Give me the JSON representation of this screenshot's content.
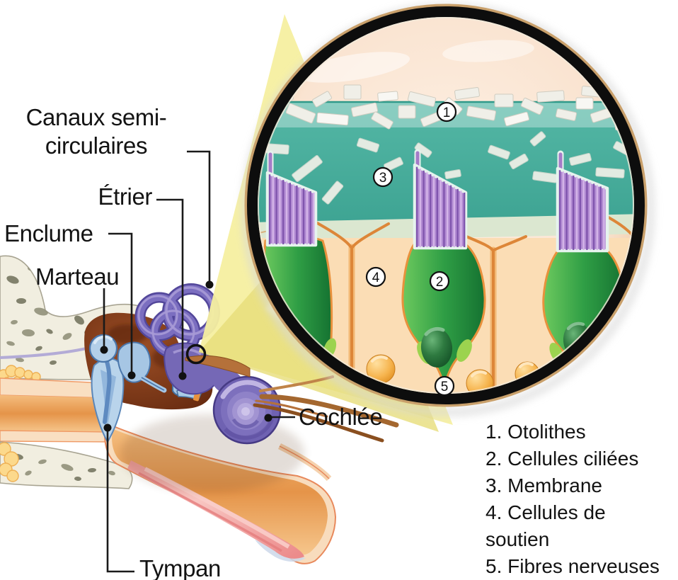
{
  "labels": {
    "canaux_semi_circulaires": "Canaux semi-circulaires",
    "etrier": "Étrier",
    "enclume": "Enclume",
    "marteau": "Marteau",
    "cochlee": "Cochlée",
    "tympan": "Tympan"
  },
  "inset": {
    "markers": [
      "1",
      "2",
      "3",
      "4",
      "5"
    ]
  },
  "legend": {
    "items": [
      "1. Otolithes",
      "2. Cellules ciliées",
      "3. Membrane",
      "4. Cellules de soutien",
      "5. Fibres nerveuses"
    ]
  },
  "colors": {
    "teal_membrane": "#4FB3A2",
    "hair_cell_green": "#2F9E45",
    "stereocilia_purple": "#B18AD2",
    "supporting_cell_peach": "#FBDDB5",
    "supporting_nucleus_orange": "#F3A93D",
    "cochlea_purple": "#6F62B2",
    "ossicle_blue": "#AFCDE9",
    "bone_cream": "#F1EEE0",
    "middle_ear_maroon": "#7B3A1C",
    "beam_yellow": "#F5EFA0",
    "canal_orange": "#EDA45F",
    "muscle_pink": "#EE9292"
  }
}
